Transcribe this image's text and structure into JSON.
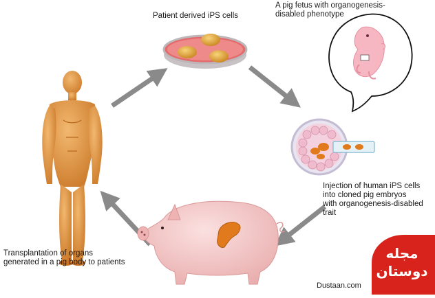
{
  "labels": {
    "ips_cells": "Patient derived iPS cells",
    "fetus_line1": "A pig fetus with organogenesis-",
    "fetus_line2": "disabled phenotype",
    "injection_line1": "Injection of human iPS cells",
    "injection_line2": "into cloned pig embryos",
    "injection_line3": "with organogenesis-disabled",
    "injection_line4": "trait",
    "transplant_line1": "Transplantation of organs",
    "transplant_line2": "generated in a pig body to patients"
  },
  "watermark": {
    "brand_fa": "مجله دوستان",
    "url": "Dustaan.com"
  },
  "colors": {
    "skin": "#e3963f",
    "arrow": "#8a8a8a",
    "pig": "#f2c3c3",
    "organ": "#e07a1c",
    "brand_red": "#d8231c"
  }
}
